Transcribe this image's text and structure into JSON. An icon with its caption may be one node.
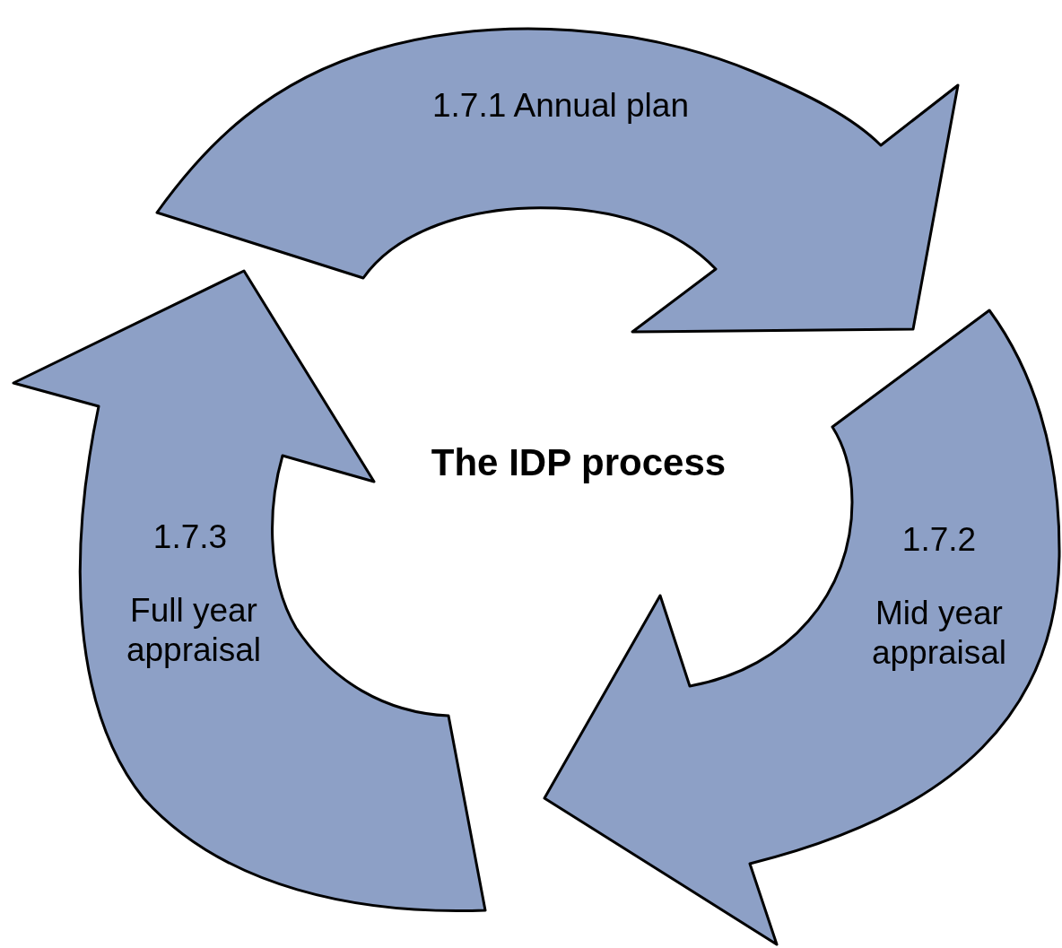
{
  "diagram": {
    "title": "The IDP process",
    "nodes": [
      {
        "text": [
          "1.7.1 Annual plan"
        ]
      },
      {
        "text": [
          "1.7.2",
          "Mid year appraisal"
        ]
      },
      {
        "text": [
          "1.7.3",
          "Full year appraisal"
        ]
      }
    ]
  }
}
